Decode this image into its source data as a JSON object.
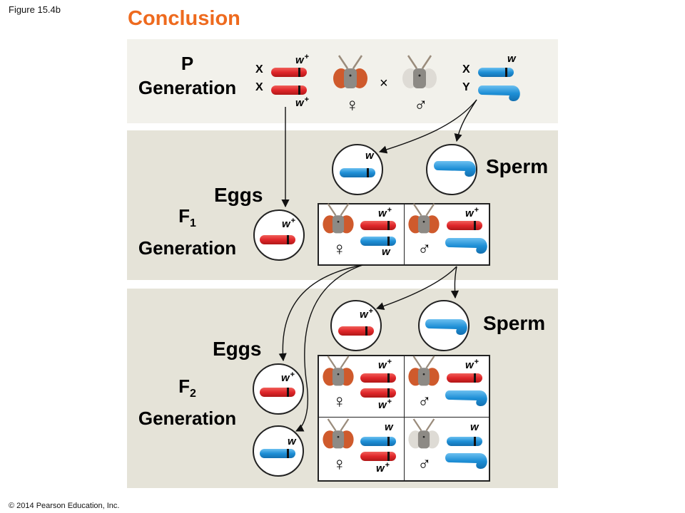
{
  "figure_label": "Figure 15.4b",
  "title": "Conclusion",
  "copyright": "© 2014 Pearson Education, Inc.",
  "colors": {
    "title": "#ee6a1e",
    "x_wildtype": "#e0262a",
    "x_mutant": "#1e8fd6",
    "y": "#1e8fd6",
    "red_eye": "#d0552a",
    "white_eye": "#d9d6d0"
  },
  "p_generation": {
    "label_line1": "P",
    "label_line2": "Generation",
    "female": {
      "chromosomes": [
        "X",
        "X"
      ],
      "alleles": [
        "w",
        "w"
      ],
      "allele_sup": [
        "+",
        "+"
      ],
      "eye": "red",
      "sex_symbol": "♀"
    },
    "cross_symbol": "×",
    "male": {
      "chromosomes": [
        "X",
        "Y"
      ],
      "alleles": [
        "w"
      ],
      "eye": "white",
      "sex_symbol": "♂"
    }
  },
  "f1_generation": {
    "label_main": "F",
    "label_sub": "1",
    "label_line2": "Generation",
    "eggs_label": "Eggs",
    "sperm_label": "Sperm",
    "egg": {
      "allele": "w",
      "sup": "+"
    },
    "sperm": [
      {
        "allele": "w",
        "type": "X"
      },
      {
        "type": "Y"
      }
    ],
    "offspring": [
      {
        "sex": "♀",
        "eye": "red",
        "top_allele": "w",
        "top_sup": "+",
        "bottom_allele": "w",
        "bottom_sup": ""
      },
      {
        "sex": "♂",
        "eye": "red",
        "top_allele": "w",
        "top_sup": "+"
      }
    ]
  },
  "f2_generation": {
    "label_main": "F",
    "label_sub": "2",
    "label_line2": "Generation",
    "eggs_label": "Eggs",
    "sperm_label": "Sperm",
    "eggs": [
      {
        "allele": "w",
        "sup": "+"
      },
      {
        "allele": "w",
        "sup": ""
      }
    ],
    "sperm": [
      {
        "allele": "w",
        "sup": "+",
        "type": "X"
      },
      {
        "type": "Y"
      }
    ],
    "offspring": [
      {
        "sex": "♀",
        "eye": "red",
        "top_allele": "w",
        "top_sup": "+",
        "bottom_allele": "w",
        "bottom_sup": "+"
      },
      {
        "sex": "♂",
        "eye": "red",
        "top_allele": "w",
        "top_sup": "+"
      },
      {
        "sex": "♀",
        "eye": "red",
        "top_allele": "w",
        "top_sup": "",
        "bottom_allele": "w",
        "bottom_sup": "+"
      },
      {
        "sex": "♂",
        "eye": "white",
        "top_allele": "w",
        "top_sup": ""
      }
    ]
  }
}
